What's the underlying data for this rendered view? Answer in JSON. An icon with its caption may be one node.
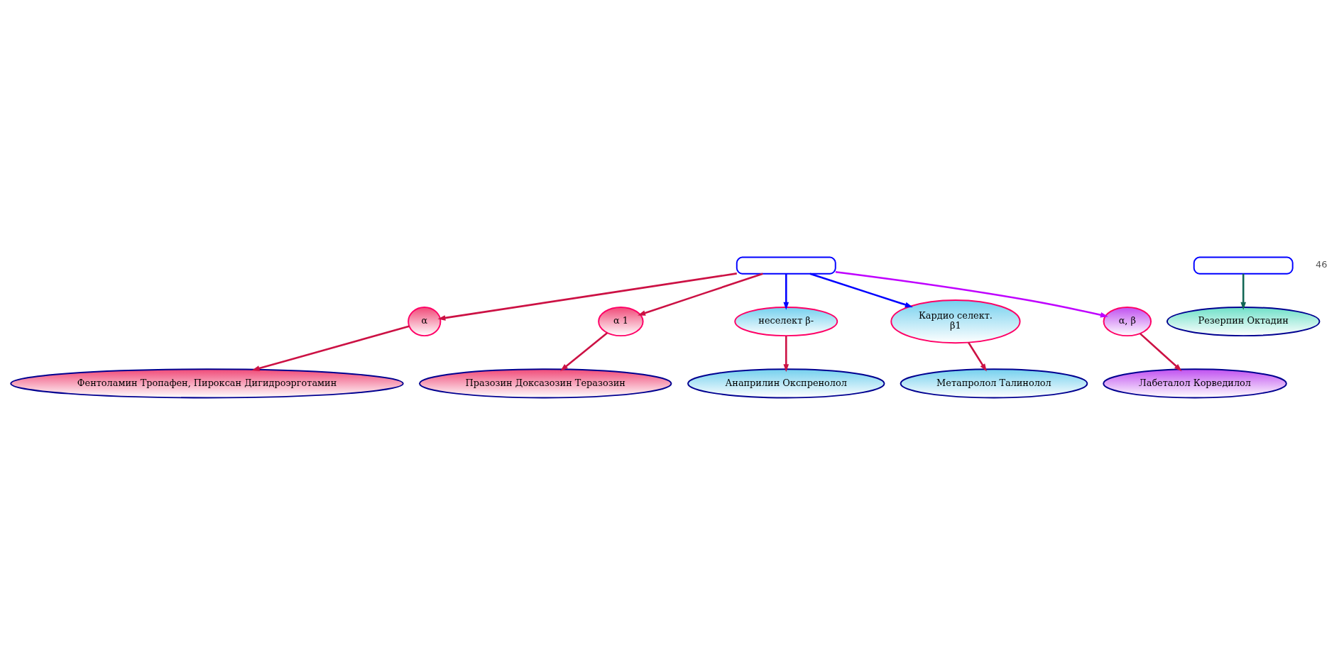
{
  "diagram": {
    "nodes": [
      {
        "text": [],
        "shape": "box"
      },
      {
        "text": [],
        "shape": "box"
      },
      {
        "text": [
          "α"
        ]
      },
      {
        "text": [
          "α 1"
        ]
      },
      {
        "text": [
          "неселект β-"
        ]
      },
      {
        "text": [
          "Кардио селект.",
          "β1"
        ]
      },
      {
        "text": [
          "Празозин Доксазозин Теразозин"
        ]
      },
      {
        "text": [
          "Фентоламин Тропафен, Пироксан Дигидроэрготамин"
        ]
      },
      {
        "text": [
          "Анаприлин Окспренолол"
        ]
      },
      {
        "text": [
          "Метапролол Талинолол"
        ]
      },
      {
        "text": [
          "Резерпин Октадин"
        ]
      },
      {
        "text": [
          "α, β"
        ]
      },
      {
        "text": [
          "Лабеталол Корведилол"
        ]
      }
    ],
    "edges": [
      {
        "from": 0,
        "to": 2,
        "arrow": "to"
      },
      {
        "from": 0,
        "to": 3,
        "arrow": "to"
      },
      {
        "from": 0,
        "to": 4,
        "arrow": "to",
        "color": "#0000ff"
      },
      {
        "from": 0,
        "to": 5,
        "arrow": "to",
        "color": "#0000ff"
      },
      {
        "from": 0,
        "to": 11,
        "arrow": "to",
        "color": "#bf00ff"
      },
      {
        "from": 2,
        "to": 7,
        "arrow": "to"
      },
      {
        "from": 3,
        "to": 6,
        "arrow": "to"
      },
      {
        "from": 4,
        "to": 8,
        "arrow": "to"
      },
      {
        "from": 5,
        "to": 9,
        "arrow": "to"
      },
      {
        "from": 11,
        "to": 12,
        "arrow": "to"
      },
      {
        "from": 1,
        "to": 10,
        "arrow": "to",
        "color": "#116655"
      }
    ],
    "labels": [
      "46"
    ]
  }
}
